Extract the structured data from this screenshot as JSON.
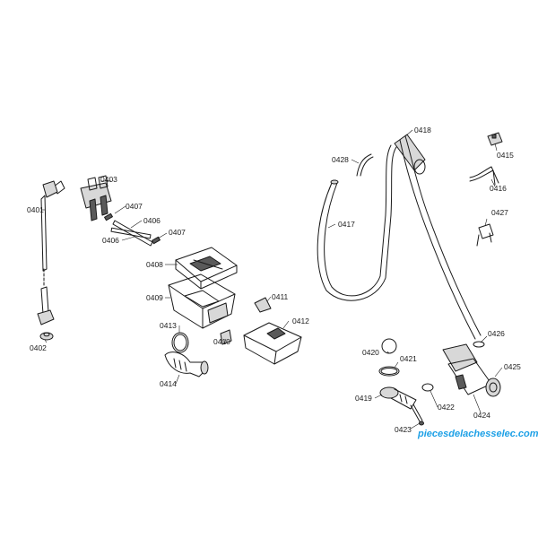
{
  "labels": {
    "l0401": "0401",
    "l0402": "0402",
    "l0403": "0403",
    "l0406a": "0406",
    "l0406b": "0406",
    "l0407a": "0407",
    "l0407b": "0407",
    "l0408": "0408",
    "l0409": "0409",
    "l0410": "0410",
    "l0411": "0411",
    "l0412": "0412",
    "l0413": "0413",
    "l0414": "0414",
    "l0415": "0415",
    "l0416": "0416",
    "l0417": "0417",
    "l0418": "0418",
    "l0419": "0419",
    "l0420": "0420",
    "l0421": "0421",
    "l0422": "0422",
    "l0423": "0423",
    "l0424": "0424",
    "l0425": "0425",
    "l0426": "0426",
    "l0427": "0427",
    "l0428": "0428"
  },
  "watermark": "piecesdelachesselec.com",
  "colors": {
    "line": "#1a1a1a",
    "watermark": "#1da0e6",
    "background": "#ffffff"
  }
}
